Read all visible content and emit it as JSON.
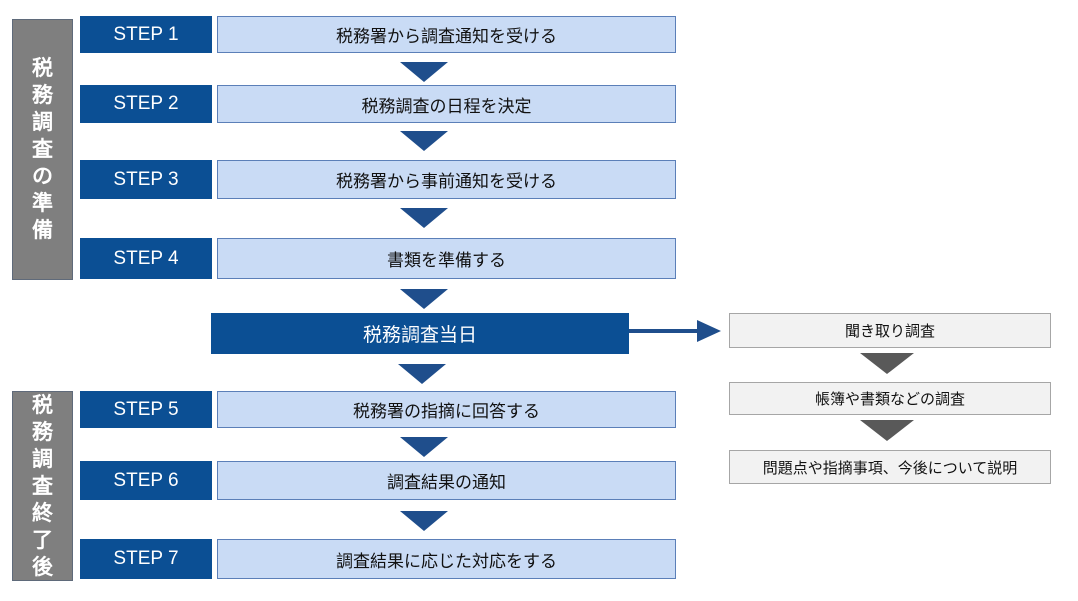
{
  "phases": {
    "preparation": [
      "税",
      "務",
      "調",
      "査",
      "の",
      "準",
      "備"
    ],
    "after": [
      "税",
      "務",
      "調",
      "査",
      "終",
      "了",
      "後"
    ]
  },
  "steps": [
    {
      "label": "STEP 1",
      "text": "税務署から調査通知を受ける"
    },
    {
      "label": "STEP 2",
      "text": "税務調査の日程を決定"
    },
    {
      "label": "STEP 3",
      "text": "税務署から事前通知を受ける"
    },
    {
      "label": "STEP 4",
      "text": "書類を準備する"
    },
    {
      "label": "STEP 5",
      "text": "税務署の指摘に回答する"
    },
    {
      "label": "STEP 6",
      "text": "調査結果の通知"
    },
    {
      "label": "STEP 7",
      "text": "調査結果に応じた対応をする"
    }
  ],
  "audit_day": "税務調査当日",
  "audit_day_details": [
    "聞き取り調査",
    "帳簿や書類などの調査",
    "問題点や指摘事項、今後について説明"
  ],
  "colors": {
    "step_label_bg": "#0b4f94",
    "step_desc_bg": "#c9dbf5",
    "phase_bg": "#7f7f7f",
    "arrow_blue": "#1f4e8c",
    "arrow_gray": "#595959",
    "detail_bg": "#f2f2f2"
  }
}
